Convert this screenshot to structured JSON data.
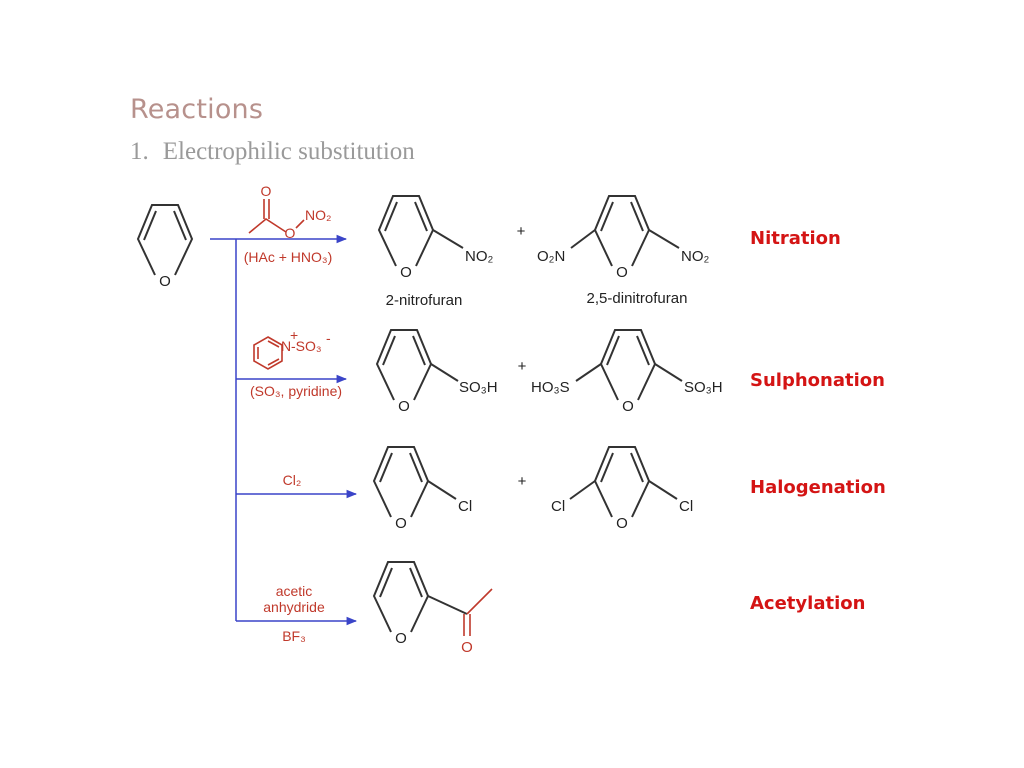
{
  "slide": {
    "title": "Reactions",
    "subtitle_number": "1.",
    "subtitle_text": "Electrophilic substitution"
  },
  "atoms": {
    "O": "O",
    "NO2": "NO₂",
    "O2N": "O₂N",
    "SO3H": "SO₃H",
    "HO3S": "HO₃S",
    "Cl": "Cl",
    "N_plus": "+",
    "N": "N",
    "SO3_minus": "-SO₃",
    "minus": "-",
    "plus": "+"
  },
  "reactions": [
    {
      "name": "Nitration",
      "reagent_top": "NO₂",
      "reagent_bottom": "(HAc + HNO₃)",
      "product1_name": "2-nitrofuran",
      "product2_name": "2,5-dinitrofuran"
    },
    {
      "name": "Sulphonation",
      "reagent_bottom": "(SO₃, pyridine)"
    },
    {
      "name": "Halogenation",
      "reagent_top": "Cl₂"
    },
    {
      "name": "Acetylation",
      "reagent_line1": "acetic",
      "reagent_line2": "anhydride",
      "reagent_line3": "BF₃"
    }
  ],
  "colors": {
    "title": "#b7918c",
    "subtitle": "#9a9a9a",
    "reaction_name": "#d41414",
    "reagent": "#c0392b",
    "arrow": "#3a44c8",
    "structure": "#333333"
  }
}
